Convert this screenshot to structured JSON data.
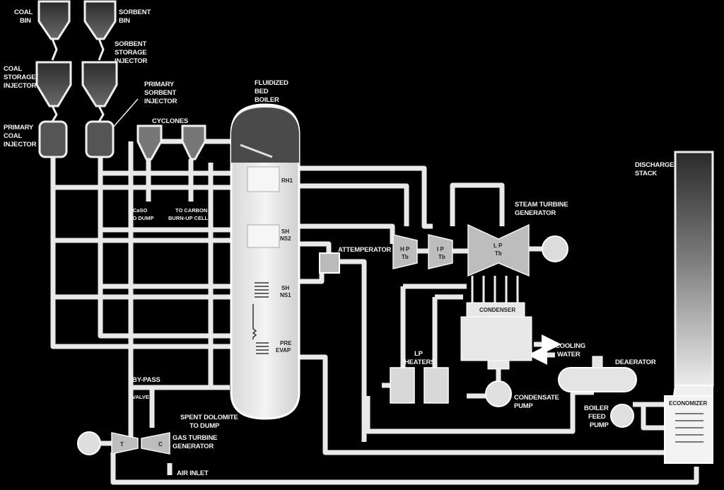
{
  "labels": {
    "coal_bin": [
      "COAL",
      "BIN"
    ],
    "sorbent_bin": [
      "SORBENT",
      "BIN"
    ],
    "sorbent_storage_injector": [
      "SORBENT",
      "STORAGE",
      "INJECTOR"
    ],
    "coal_storage_injector": [
      "COAL",
      "STORAGE",
      "INJECTOR"
    ],
    "primary_sorbent_injector": [
      "PRIMARY",
      "SORBENT",
      "INJECTOR"
    ],
    "primary_coal_injector": [
      "PRIMARY",
      "COAL",
      "INJECTOR"
    ],
    "fluidized_bed_boiler": [
      "FLUIDIZED",
      "BED",
      "BOILER"
    ],
    "cyclones": "CYCLONES",
    "caso3_to_dump": [
      "CaSO",
      "TO DUMP"
    ],
    "to_carbon_burnup": [
      "TO CARBON",
      "BURN-UP CELL"
    ],
    "rh1": "RH1",
    "sh_ns2": [
      "SH",
      "NS2"
    ],
    "sh_ns1": [
      "SH",
      "NS1"
    ],
    "pre_evap": [
      "PRE",
      "EVAP"
    ],
    "attemperator": "ATTEMPERATOR",
    "hp_tb": [
      "H P",
      "Tb"
    ],
    "ip_tb": [
      "I P",
      "Tb"
    ],
    "lp_tb": [
      "L P",
      "Tb"
    ],
    "steam_turbine_generator": [
      "STEAM TURBINE",
      "GENERATOR"
    ],
    "condenser": "CONDENSER",
    "cooling_water": [
      "COOLING",
      "WATER"
    ],
    "lp_heaters": [
      "LP",
      "HEATERS"
    ],
    "condensate_pump": [
      "CONDENSATE",
      "PUMP"
    ],
    "deaerator": "DEAERATOR",
    "boiler_feed_pump": [
      "BOILER",
      "FEED",
      "PUMP"
    ],
    "discharge_stack": [
      "DISCHARGE",
      "STACK"
    ],
    "economizer": "ECONOMIZER",
    "by_pass": "BY-PASS",
    "valve": "VALVE",
    "spent_dolomite": [
      "SPENT DOLOMITE",
      "TO DUMP"
    ],
    "gas_turbine_generator": [
      "GAS TURBINE",
      "GENERATOR"
    ],
    "air_inlet": "AIR INLET",
    "turbine_t": "T",
    "compressor_c": "C"
  }
}
